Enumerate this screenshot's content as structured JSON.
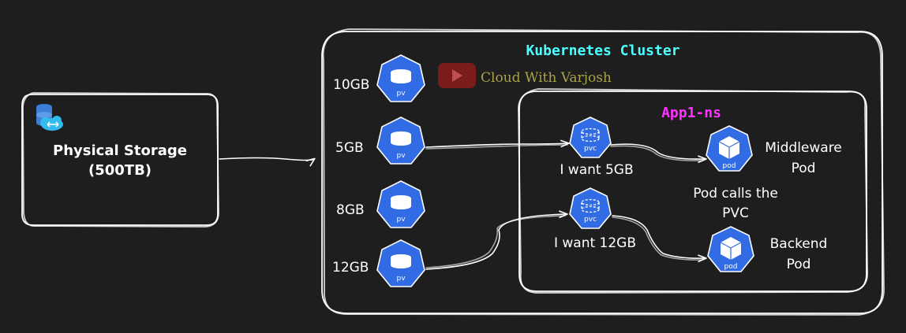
{
  "physical_storage": {
    "line1": "Physical Storage",
    "line2": "(500TB)"
  },
  "cluster": {
    "title": "Kubernetes Cluster",
    "title_color": "#4dffff"
  },
  "watermark": {
    "text": "Cloud With Varjosh",
    "color": "#a8a24a",
    "icon": "youtube-icon"
  },
  "namespace": {
    "title": "App1-ns",
    "title_color": "#ff33ff"
  },
  "pvs": [
    {
      "size": "10GB",
      "icon_label": "pv"
    },
    {
      "size": "5GB",
      "icon_label": "pv"
    },
    {
      "size": "8GB",
      "icon_label": "pv"
    },
    {
      "size": "12GB",
      "icon_label": "pv"
    }
  ],
  "pvcs": [
    {
      "caption": "I want 5GB",
      "icon_label": "pvc"
    },
    {
      "caption": "I want 12GB",
      "icon_label": "pvc"
    }
  ],
  "pods": [
    {
      "line1": "Middleware",
      "line2": "Pod",
      "icon_label": "pod"
    },
    {
      "line1": "Backend",
      "line2": "Pod",
      "icon_label": "pod"
    }
  ],
  "note": {
    "line1": "Pod calls the",
    "line2": "PVC"
  },
  "colors": {
    "k8s_blue": "#326ce5",
    "background": "#1e1e1e",
    "stroke": "#ffffff"
  }
}
